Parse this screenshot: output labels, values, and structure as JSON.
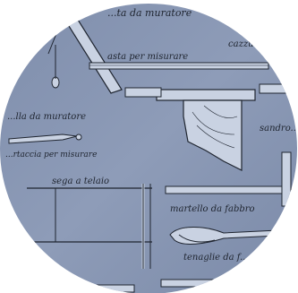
{
  "image": {
    "subject": "vintage engraving of woodworking and masonry tools in a circular frame",
    "background_color": "#8a98b4",
    "ink_color": "#1f2530",
    "highlight_color": "#c9d2e2"
  },
  "labels": {
    "top": "...ta da muratore",
    "rod": "asta per misurare",
    "right_top": "cazzuo...",
    "left_mid": "...lla da muratore",
    "left_lower": "...rtaccia per misurare",
    "saw": "sega a telaio",
    "right_mid": "sandro...",
    "hammer": "martello da fabbro",
    "pincers": "tenaglie da f..."
  }
}
